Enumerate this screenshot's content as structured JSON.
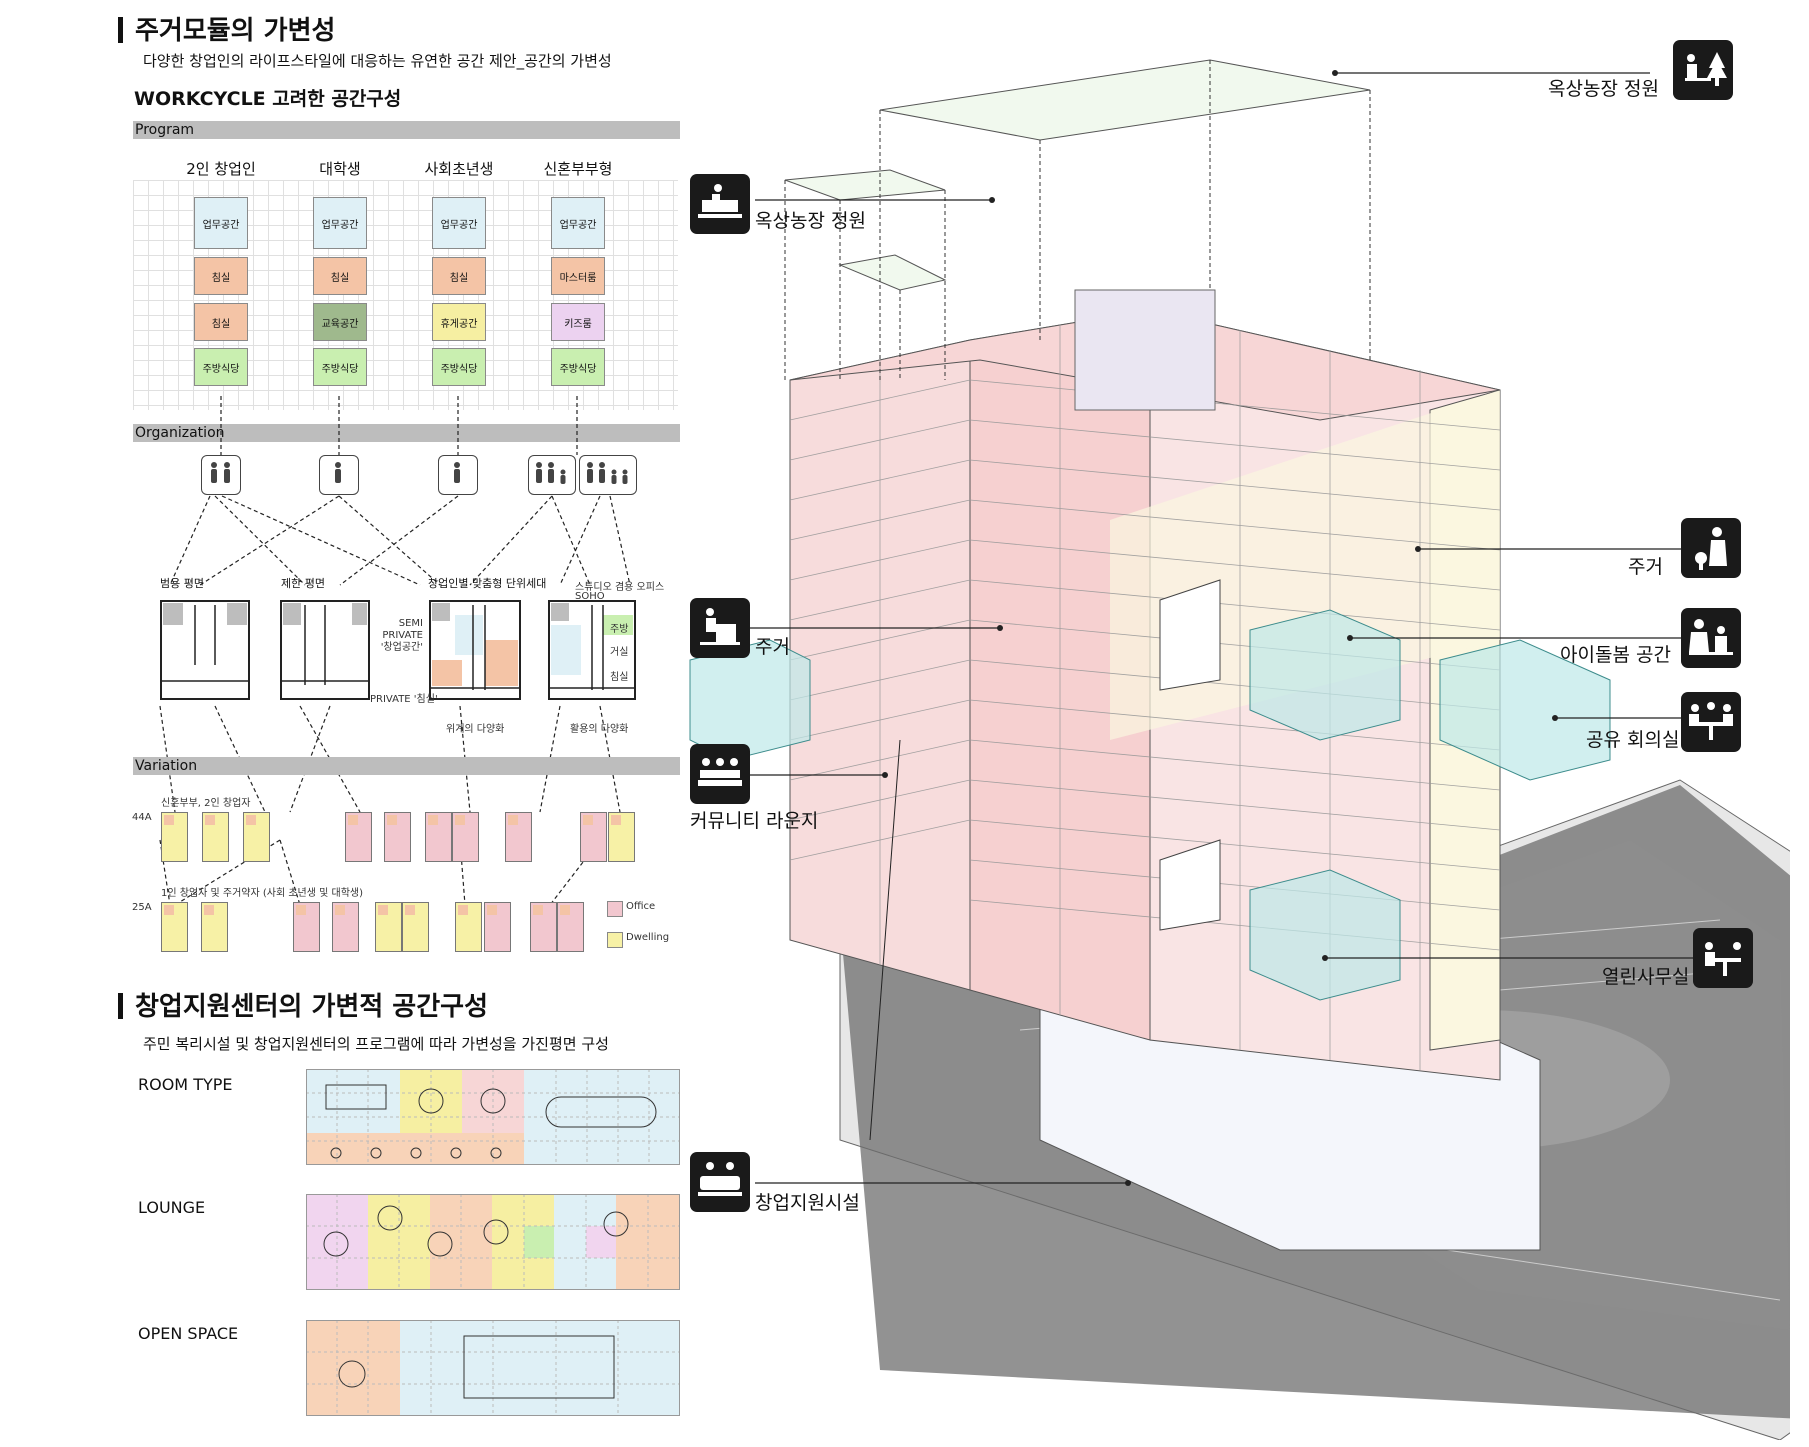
{
  "section1": {
    "title": "주거모듈의 가변성",
    "subtitle": "다양한 창업인의 라이프스타일에 대응하는 유연한 공간 제안_공간의 가변성",
    "workcycle": "WORKCYCLE 고려한 공간구성",
    "bars": {
      "program": "Program",
      "organization": "Organization",
      "variation": "Variation"
    },
    "columns": [
      {
        "name": "2인 창업인",
        "cells": [
          "업무공간",
          "침실",
          "침실",
          "주방식당"
        ]
      },
      {
        "name": "대학생",
        "cells": [
          "업무공간",
          "침실",
          "교육공간",
          "주방식당"
        ]
      },
      {
        "name": "사회초년생",
        "cells": [
          "업무공간",
          "침실",
          "휴게공간",
          "주방식당"
        ]
      },
      {
        "name": "신혼부부형",
        "cells": [
          "업무공간",
          "마스터룸",
          "키즈룸",
          "주방식당"
        ]
      }
    ],
    "plans": {
      "p1": "범용 평면",
      "p2": "제한 평면",
      "p3": "창업인별 맞춤형 단위세대",
      "p4": "스튜디오 겸용 오피스",
      "soho": "SOHO",
      "semi": "SEMI PRIVATE '창업공간'",
      "private": "PRIVATE '침실'",
      "jubang": "주방",
      "geosil": "거실",
      "chimsil": "침실",
      "cap3": "위계의 다양화",
      "cap4": "활용의 다양화"
    },
    "variation": {
      "row1_label": "신혼부부, 2인 창업자",
      "row1_code": "44A",
      "row2_label": "1인 창업자 및 주거약자 (사회 초년생 및 대학생)",
      "row2_code": "25A",
      "legend_office": "Office",
      "legend_dwelling": "Dwelling"
    }
  },
  "section2": {
    "title": "창업지원센터의 가변적 공간구성",
    "subtitle": "주민 복리시설 및 창업지원센터의 프로그램에 따라 가변성을 가진평면 구성",
    "rows": [
      "ROOM TYPE",
      "LOUNGE",
      "OPEN SPACE"
    ]
  },
  "callouts": {
    "rooftop_right": "옥상농장 정원",
    "rooftop_left": "옥상농장 정원",
    "housing_left": "주거",
    "housing_right": "주거",
    "childcare": "아이돌봄 공간",
    "meeting": "공유 회의실",
    "lounge": "커뮤니티 라운지",
    "open_office": "열린사무실",
    "startup_support": "창업지원시설"
  },
  "colors": {
    "work": "#dff0f6",
    "bed": "#f4c4a6",
    "edu": "#9fb98d",
    "rest": "#f6efa2",
    "kids": "#ecd2f0",
    "kitchen": "#c9efb0",
    "office": "#f2c7cf",
    "dwelling": "#f7f1a6",
    "tower": "#f7dcdc",
    "glass": "#bde8e8"
  },
  "icons": [
    "farm-garden-icon",
    "gardening-icon",
    "resident-icon",
    "housing-icon",
    "childcare-icon",
    "meeting-icon",
    "lounge-icon",
    "office-desk-icon",
    "conference-icon"
  ]
}
